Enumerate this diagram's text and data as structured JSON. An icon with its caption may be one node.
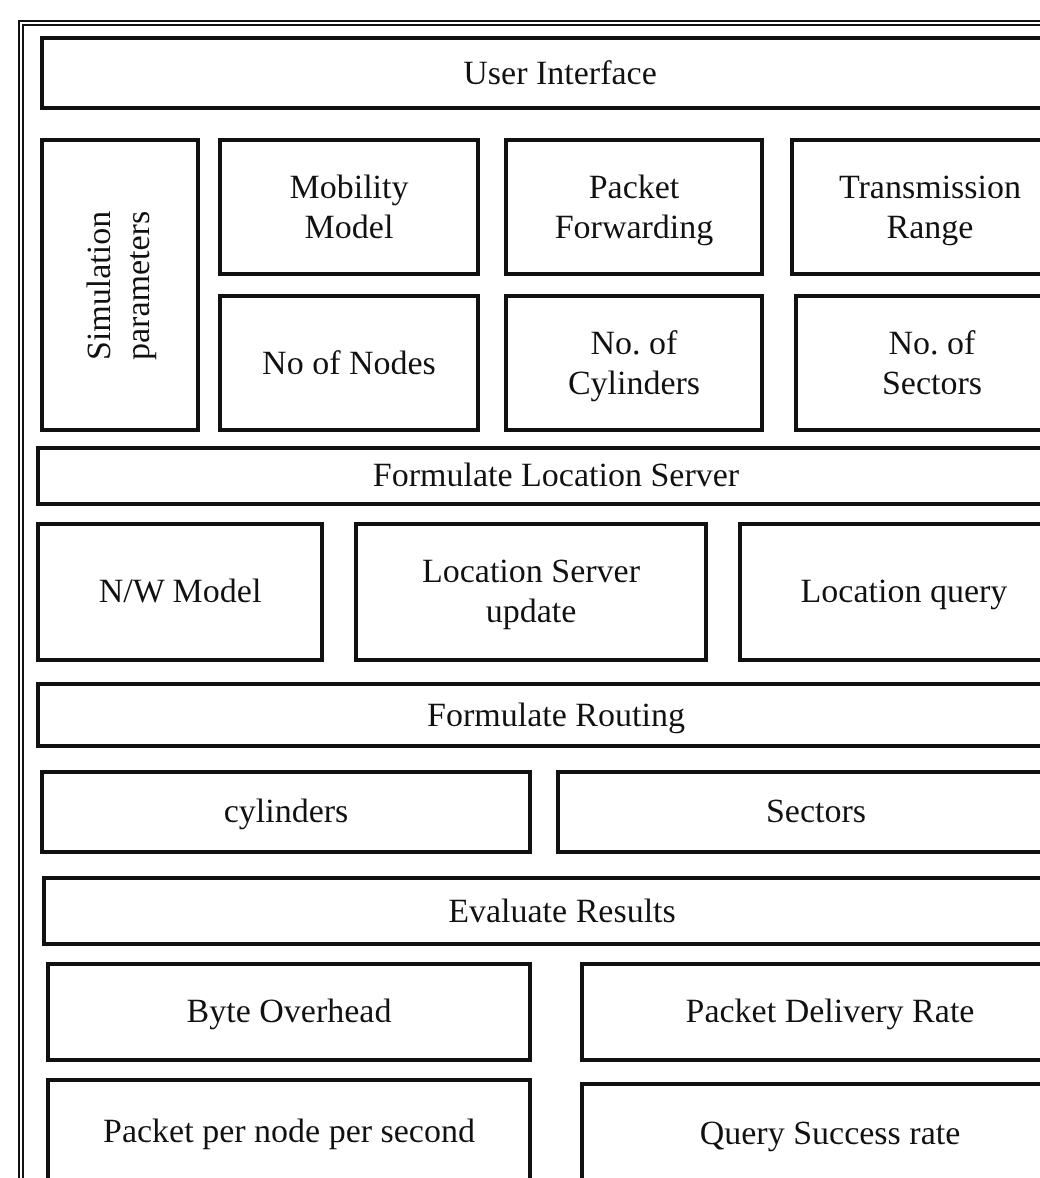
{
  "diagram": {
    "nodes": [
      {
        "text": [],
        "shape": "box"
      },
      {
        "text": [
          "User Interface"
        ],
        "in": 0
      },
      {
        "text": [
          "Simulation parameters"
        ],
        "in": 0
      },
      {
        "text": [
          "Mobility Model"
        ],
        "in": 0
      },
      {
        "text": [
          "Packet Forwarding"
        ],
        "in": 0
      },
      {
        "text": [
          "Transmission Range"
        ],
        "in": 0
      },
      {
        "text": [
          "No of Nodes"
        ],
        "in": 0
      },
      {
        "text": [
          "No. of Cylinders"
        ],
        "in": 0
      },
      {
        "text": [
          "No. of Sectors"
        ],
        "in": 0
      },
      {
        "text": [
          "Formulate Location Server"
        ],
        "in": 0
      },
      {
        "text": [
          "N/W Model"
        ],
        "in": 0
      },
      {
        "text": [
          "Location Server update"
        ],
        "in": 0
      },
      {
        "text": [
          "Location query"
        ],
        "in": 0
      },
      {
        "text": [
          "Formulate Routing"
        ],
        "in": 0
      },
      {
        "text": [
          "cylinders"
        ],
        "in": 0
      },
      {
        "text": [
          "Sectors"
        ],
        "in": 0
      },
      {
        "text": [
          "Evaluate Results"
        ],
        "in": 0
      },
      {
        "text": [
          "Byte Overhead"
        ],
        "in": 0
      },
      {
        "text": [
          "Packet Delivery Rate"
        ],
        "in": 0
      },
      {
        "text": [
          "Packet per node per second"
        ],
        "in": 0
      },
      {
        "text": [
          "Query Success rate"
        ],
        "in": 0
      }
    ]
  }
}
